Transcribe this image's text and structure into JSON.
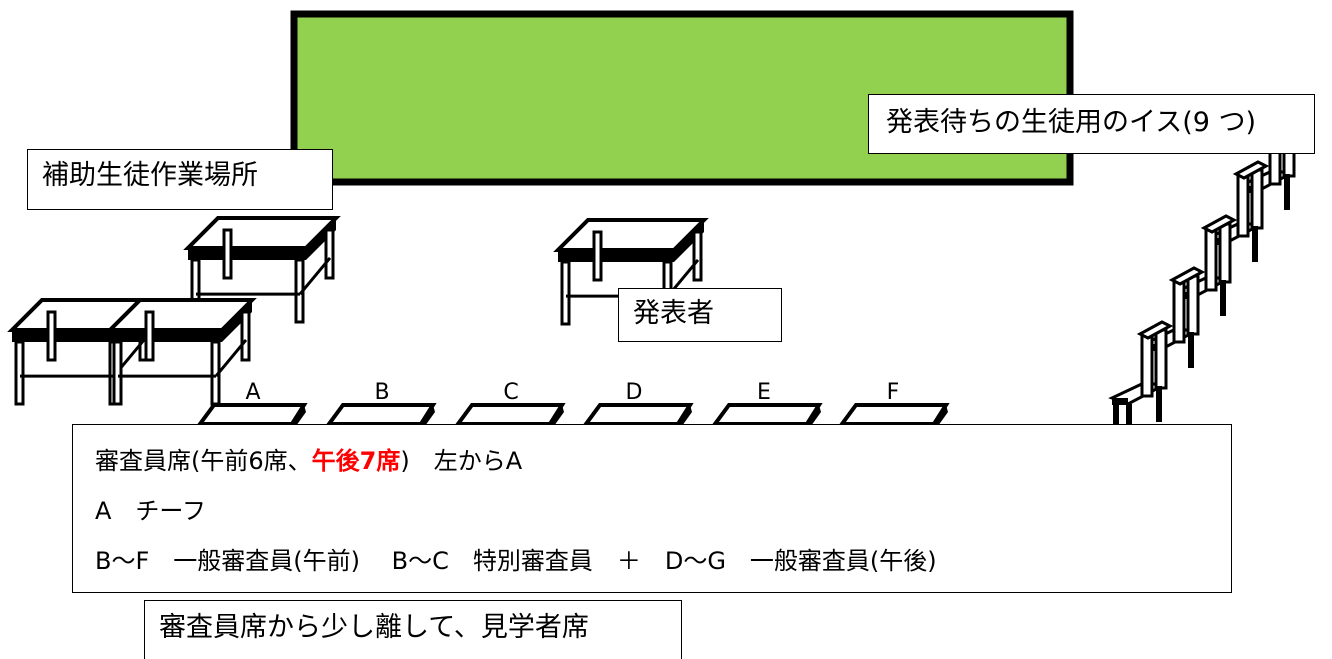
{
  "labels": {
    "assistant_area": "補助生徒作業場所",
    "waiting_chairs": "発表待ちの生徒用のイス(9 つ)",
    "presenter": "発表者",
    "visitor_seats": "審査員席から少し離して、見学者席"
  },
  "seat_letters": [
    "A",
    "B",
    "C",
    "D",
    "E",
    "F"
  ],
  "judges": {
    "line1_prefix": "審査員席(午前6席、",
    "line1_highlight": "午後7席",
    "line1_suffix": ")　左からA",
    "line2": "A　チーフ",
    "line3": "B～F　一般審査員(午前)　 B～C　特別審査員　＋　D～G　一般審査員(午後)"
  },
  "colors": {
    "screen": "#92d050",
    "highlight": "#ff0000"
  }
}
